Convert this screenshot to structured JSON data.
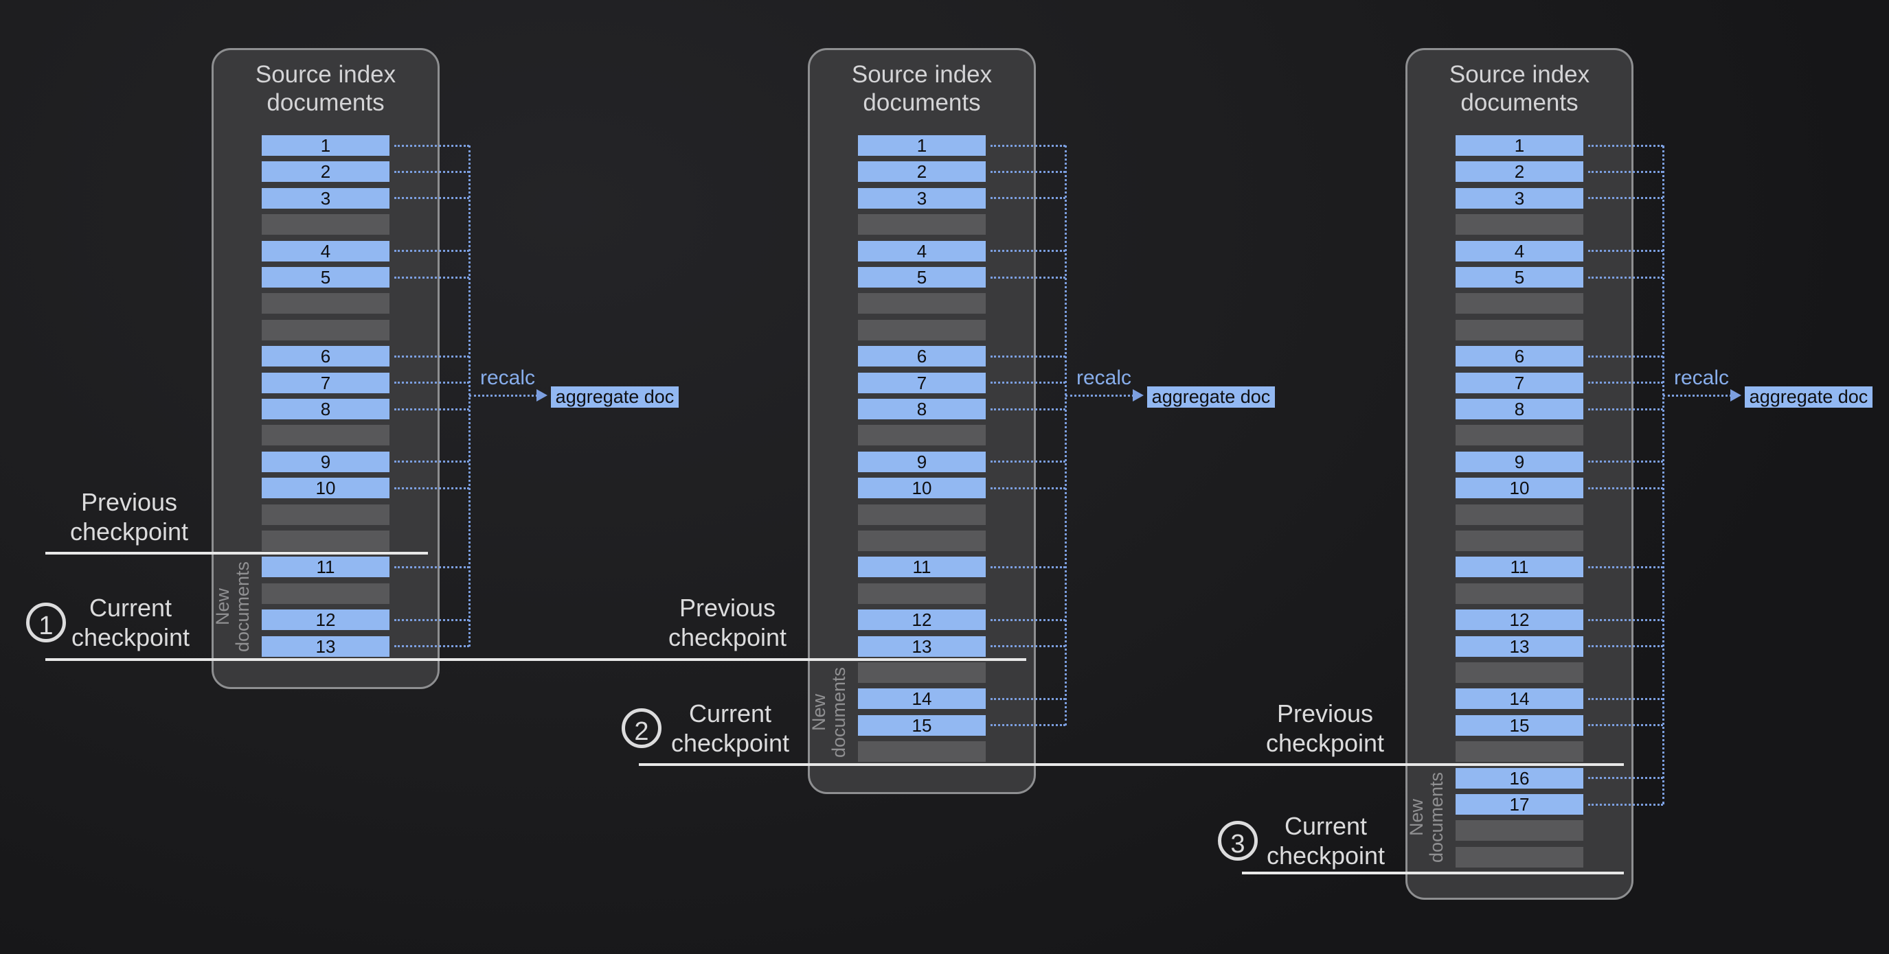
{
  "diagram": {
    "panel_title": "Source index documents",
    "recalc_label": "recalc",
    "aggregate_doc_label": "aggregate doc",
    "new_documents_label": "New documents",
    "previous_checkpoint_label": "Previous checkpoint",
    "current_checkpoint_label": "Current checkpoint",
    "panels": [
      {
        "rows": [
          "1",
          "2",
          "3",
          null,
          "4",
          "5",
          null,
          null,
          "6",
          "7",
          "8",
          null,
          "9",
          "10",
          null,
          null,
          "11",
          null,
          "12",
          "13"
        ],
        "new_documents_slots": [
          16,
          19
        ]
      },
      {
        "rows": [
          "1",
          "2",
          "3",
          null,
          "4",
          "5",
          null,
          null,
          "6",
          "7",
          "8",
          null,
          "9",
          "10",
          null,
          null,
          "11",
          null,
          "12",
          "13",
          null,
          "14",
          "15",
          null
        ],
        "new_documents_slots": [
          20,
          23
        ]
      },
      {
        "rows": [
          "1",
          "2",
          "3",
          null,
          "4",
          "5",
          null,
          null,
          "6",
          "7",
          "8",
          null,
          "9",
          "10",
          null,
          null,
          "11",
          null,
          "12",
          "13",
          null,
          "14",
          "15",
          null,
          "16",
          "17",
          null,
          null
        ],
        "new_documents_slots": [
          24,
          27
        ]
      }
    ],
    "checkpoints": [
      {
        "number": "1"
      },
      {
        "number": "2"
      },
      {
        "number": "3"
      }
    ],
    "colors": {
      "background": "#1d1d1f",
      "panel_fill": "#3a3a3c",
      "panel_border": "#8e8f91",
      "document_row": "#92b8f2",
      "filler_row": "#58585a",
      "dotted_line": "#7c9fe0",
      "recalc_text": "#88aeec",
      "checkpoint_line": "#e8e8e8",
      "label_text": "#dcdcdd",
      "muted_text": "#909092",
      "row_text": "#0e0e10"
    }
  }
}
